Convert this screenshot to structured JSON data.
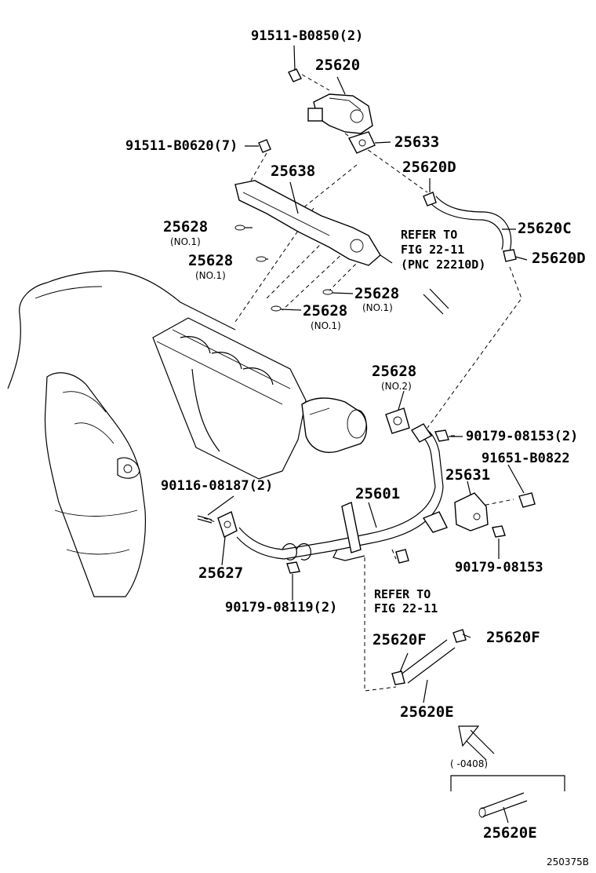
{
  "labels": {
    "p_91511_b0850": "91511-B0850(2)",
    "p_25620": "25620",
    "p_25633": "25633",
    "p_91511_b0620": "91511-B0620(7)",
    "p_25620d_top": "25620D",
    "p_25638": "25638",
    "p_25620c": "25620C",
    "p_25628_a": "25628",
    "p_25628_a_note": "(NO.1)",
    "p_25620d_right": "25620D",
    "p_25628_b": "25628",
    "p_25628_b_note": "(NO.1)",
    "p_25628_c": "25628",
    "p_25628_c_note": "(NO.1)",
    "p_25628_d": "25628",
    "p_25628_d_note": "(NO.1)",
    "p_25628_e": "25628",
    "p_25628_e_note": "(NO.2)",
    "p_90179_08153_2": "90179-08153(2)",
    "p_91651_b0822": "91651-B0822",
    "p_90116_08187": "90116-08187(2)",
    "p_25631": "25631",
    "p_25601": "25601",
    "p_25627": "25627",
    "p_90179_08153": "90179-08153",
    "p_90179_08119": "90179-08119(2)",
    "p_25620f_left": "25620F",
    "p_25620f_right": "25620F",
    "p_25620e_main": "25620E",
    "p_25620e_inset": "25620E",
    "inset_range": "(       -0408)",
    "diagram_code": "250375B"
  },
  "references": {
    "ref1_line1": "REFER TO",
    "ref1_line2": "FIG 22-11",
    "ref1_line3": "(PNC 22210D)",
    "ref2_line1": "REFER TO",
    "ref2_line2": "FIG 22-11"
  }
}
